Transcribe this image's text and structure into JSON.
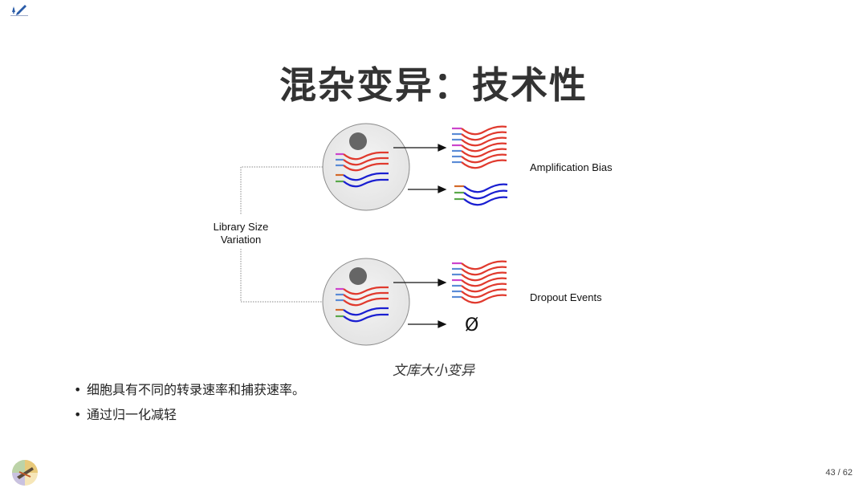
{
  "slide": {
    "title": "混杂变异：技术性",
    "caption": "文库大小变异",
    "page_number": "43 / 62"
  },
  "diagram": {
    "library_size_label_line1": "Library Size",
    "library_size_label_line2": "Variation",
    "amplification_label": "Amplification Bias",
    "dropout_label": "Dropout Events",
    "empty_symbol": "Ø",
    "colors": {
      "red_transcript": "#e03a2e",
      "blue_transcript": "#1a1fd1",
      "cell_fill": "#ececec",
      "nucleus": "#666666"
    }
  },
  "bullets": [
    "细胞具有不同的转录速率和捕获速率。",
    "通过归一化减轻"
  ],
  "icons": {
    "top_logo": "pencil-edit-icon",
    "bottom_logo": "university-logo-icon"
  }
}
